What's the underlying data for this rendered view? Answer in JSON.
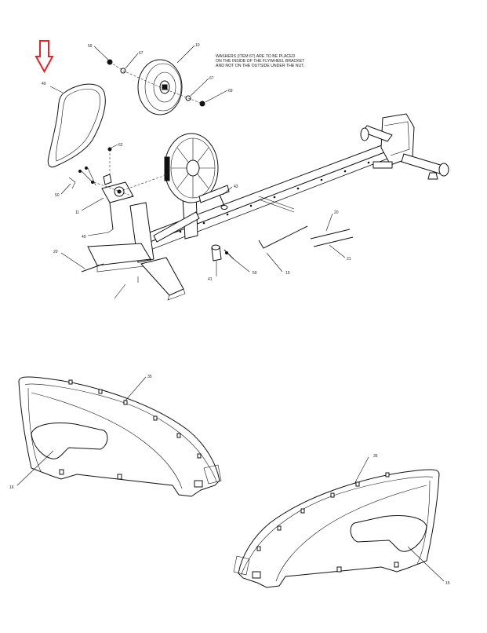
{
  "note": {
    "line1": "WASHERS (ITEM 67) ARE TO BE PLACED",
    "line2": "ON THE INSIDE OF THE FLYWHEEL BRACKET",
    "line3": "AND NOT ON THE OUTSIDE UNDER THE NUT."
  },
  "callouts": {
    "c59": "59",
    "c10": "10",
    "c57a": "67",
    "c57b": "67",
    "c69": "69",
    "c40": "40",
    "c62": "62",
    "c43": "43",
    "c50a": "50",
    "c11": "11",
    "c49": "49",
    "c20a": "20",
    "c20b": "20",
    "c21": "21",
    "c19": "19",
    "c41": "41",
    "c50b": "50",
    "c35a": "35",
    "c35b": "35",
    "c16": "16",
    "c15": "15"
  },
  "highlight": {
    "arrow_color": "#e0262b",
    "target": "40"
  },
  "icons": {
    "arrow": "down-arrow-icon"
  }
}
